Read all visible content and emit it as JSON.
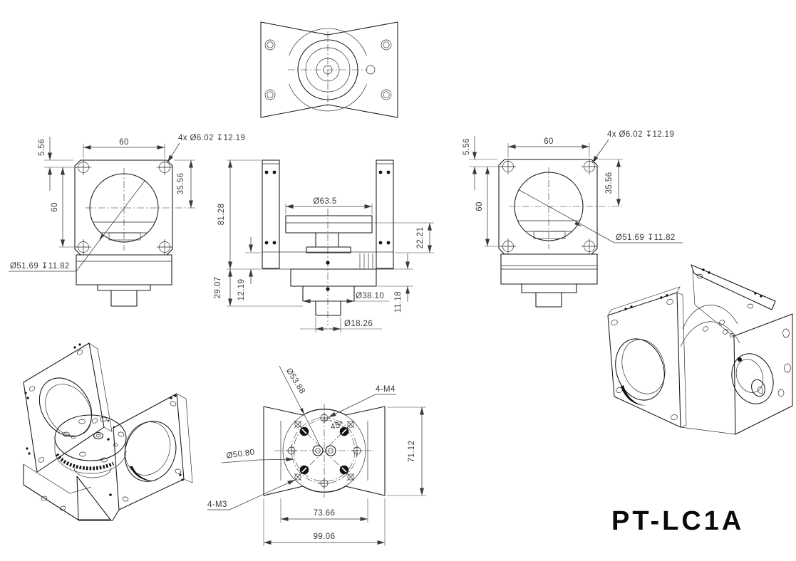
{
  "part_label": "PT-LC1A",
  "views": {
    "front_left": {
      "dim_corner_offset": "5.56",
      "dim_hole_spacing_h": "60",
      "dim_hole_spacing_v": "60",
      "dim_center_offset": "35.56",
      "callout_mount_holes": "4x Ø6.02 ↧12.19",
      "callout_center_bore": "Ø51.69 ↧11.82"
    },
    "front_right": {
      "dim_corner_offset": "5.56",
      "dim_hole_spacing_h": "60",
      "dim_hole_spacing_v": "60",
      "dim_center_offset": "35.56",
      "callout_mount_holes": "4x Ø6.02 ↧12.19",
      "callout_center_bore": "Ø51.69 ↧11.82"
    },
    "front_center": {
      "dim_overall_height": "81.28",
      "dim_base_height": "29.07",
      "dim_plate_thickness": "12.19",
      "dim_platform_dia": "Ø63.5",
      "dim_upper_depth": "22.21",
      "dim_lower_depth": "11.18",
      "dim_boss_dia": "Ø38.10",
      "dim_tip_dia": "Ø18.26"
    },
    "bottom": {
      "callout_bolt_circle_a": "Ø53.88",
      "callout_m4": "4-M4",
      "dim_angle": "45°",
      "callout_bolt_circle_b": "Ø50.80",
      "callout_m3": "4-M3",
      "dim_depth": "71.12",
      "dim_inner_width": "73.66",
      "dim_outer_width": "99.06"
    }
  }
}
